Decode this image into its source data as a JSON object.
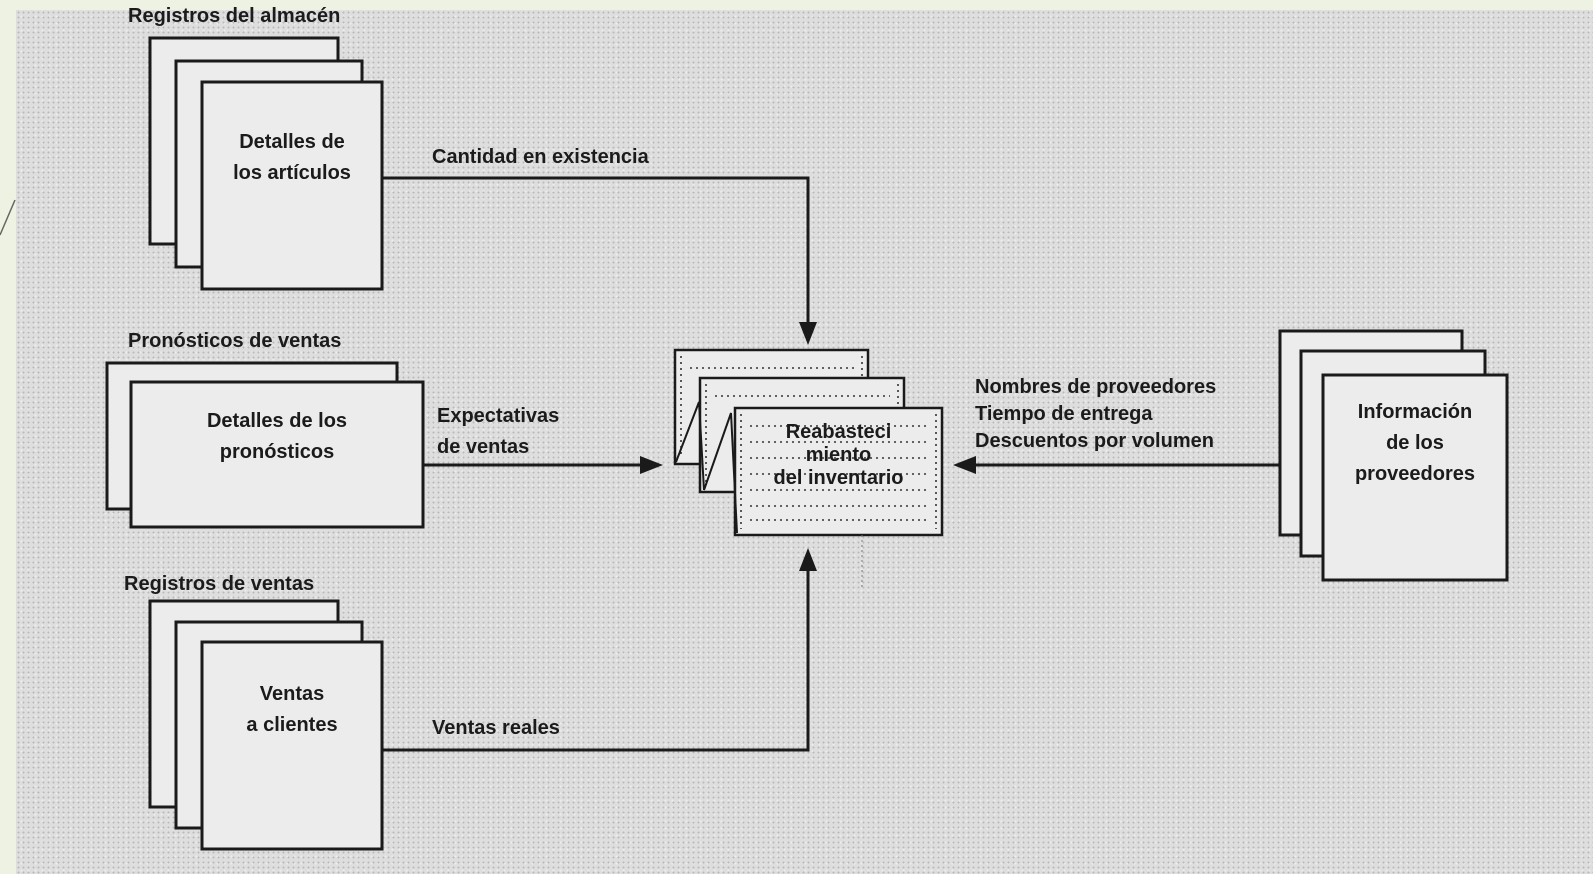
{
  "sources": {
    "almacen": {
      "heading": "Registros del almacén",
      "card_line1": "Detalles de",
      "card_line2": "los artículos",
      "flow": "Cantidad en existencia"
    },
    "pronosticos": {
      "heading": "Pronósticos de ventas",
      "card_line1": "Detalles de los",
      "card_line2": "pronósticos",
      "flow_line1": "Expectativas",
      "flow_line2": "de ventas"
    },
    "ventas": {
      "heading": "Registros de ventas",
      "card_line1": "Ventas",
      "card_line2": "a clientes",
      "flow": "Ventas reales"
    },
    "proveedores": {
      "card_line1": "Información",
      "card_line2": "de los",
      "card_line3": "proveedores",
      "flow_line1": "Nombres de proveedores",
      "flow_line2": "Tiempo de entrega",
      "flow_line3": "Descuentos por volumen"
    }
  },
  "center": {
    "line1": "Reabasteci",
    "line2": "miento",
    "line3": "del inventario"
  }
}
